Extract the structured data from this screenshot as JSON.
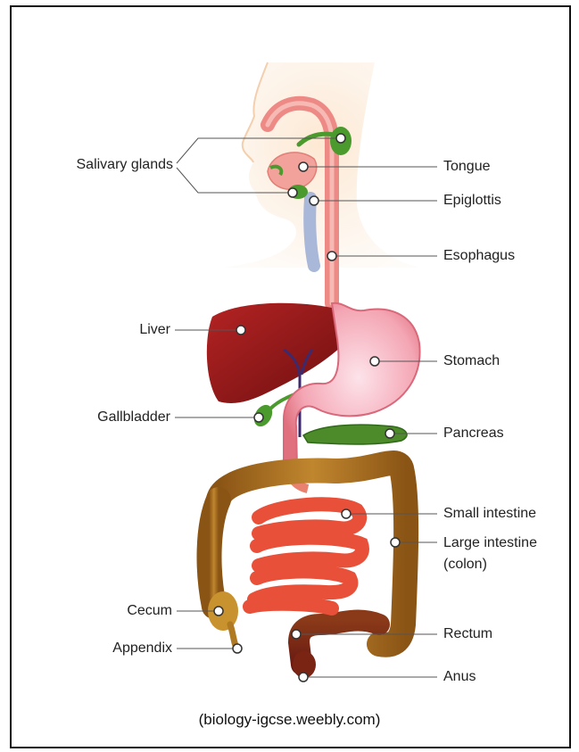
{
  "labels": {
    "salivary_glands": "Salivary glands",
    "tongue": "Tongue",
    "epiglottis": "Epiglottis",
    "esophagus": "Esophagus",
    "liver": "Liver",
    "stomach": "Stomach",
    "gallbladder": "Gallbladder",
    "pancreas": "Pancreas",
    "small_intestine": "Small intestine",
    "large_intestine_line1": "Large intestine",
    "large_intestine_line2": "(colon)",
    "cecum": "Cecum",
    "rectum": "Rectum",
    "appendix": "Appendix",
    "anus": "Anus"
  },
  "source": "(biology-igcse.weebly.com)",
  "colors": {
    "head_skin": "#fbe6cf",
    "esophagus": "#ee8a86",
    "liver": "#9b1c1c",
    "stomach": "#f6b6c2",
    "pancreas": "#4c8a2a",
    "small_intestine": "#e8503a",
    "large_intestine": "#a8691e",
    "gland": "#4b9a2d"
  }
}
